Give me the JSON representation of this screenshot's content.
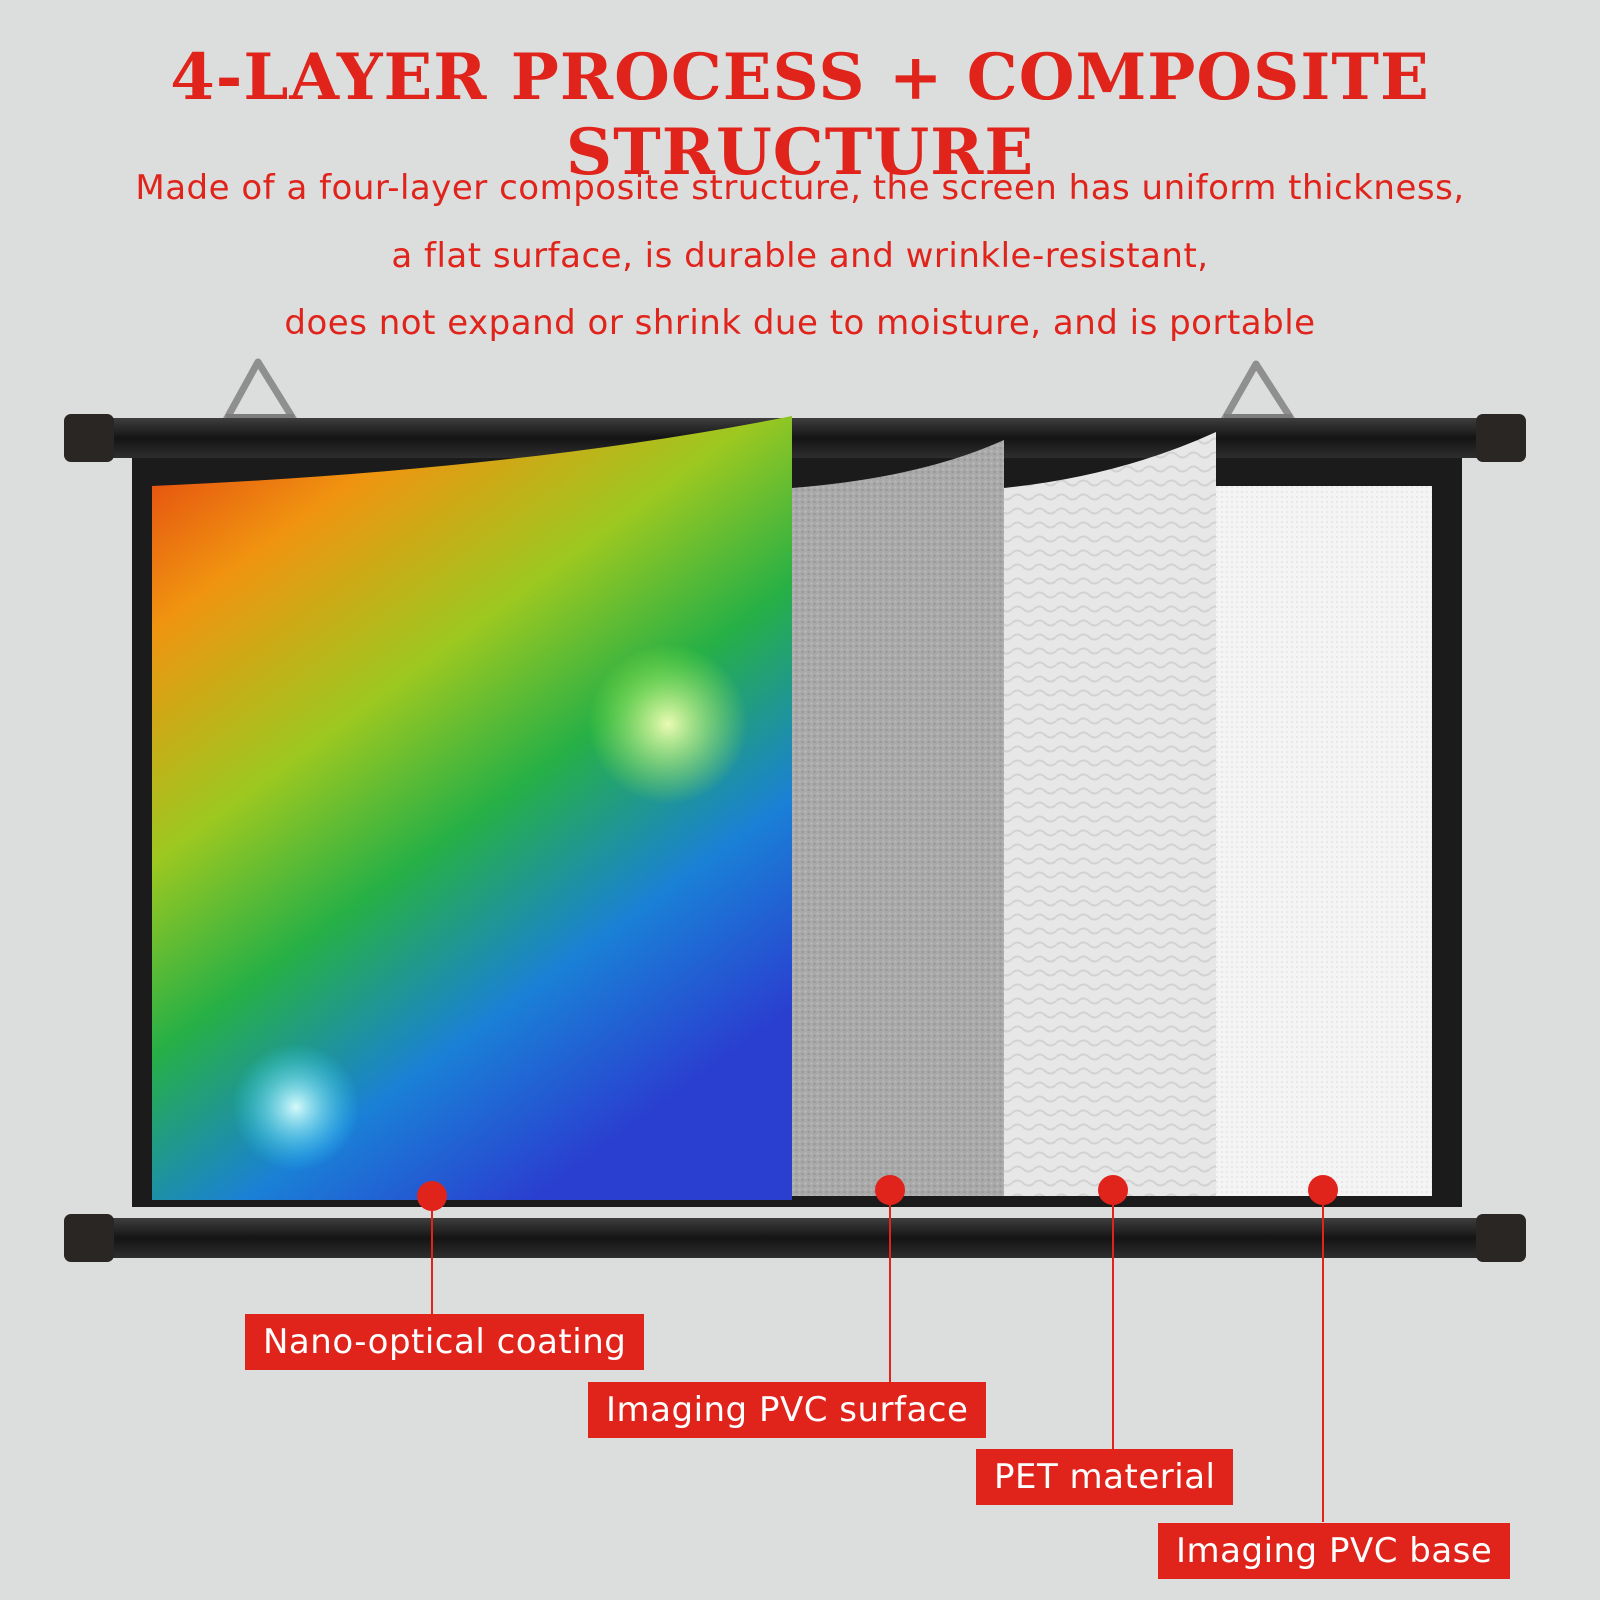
{
  "header": {
    "title": "4-LAYER PROCESS + COMPOSITE STRUCTURE",
    "description_lines": [
      "Made of a four-layer composite structure, the screen has uniform thickness,",
      "a flat surface, is durable and wrinkle-resistant,",
      "does not expand or shrink due to moisture, and is portable"
    ]
  },
  "layers": [
    {
      "label": "Nano-optical coating"
    },
    {
      "label": "Imaging PVC surface"
    },
    {
      "label": "PET material"
    },
    {
      "label": "Imaging PVC base"
    }
  ],
  "colors": {
    "accent": "#e0231b",
    "background": "#dcdedd",
    "frame": "#1b1b1b"
  }
}
